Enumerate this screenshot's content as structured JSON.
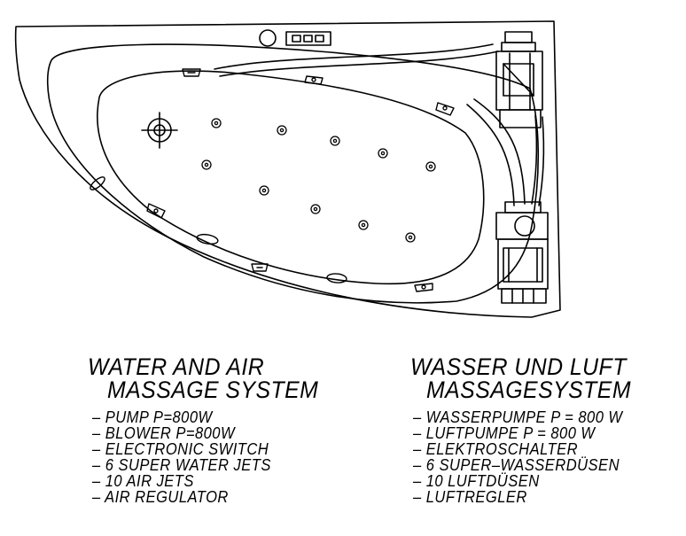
{
  "english": {
    "title_line1": "WATER AND AIR",
    "title_line2": "MASSAGE SYSTEM",
    "items": [
      "– PUMP P=800W",
      "– BLOWER P=800W",
      "– ELECTRONIC SWITCH",
      "– 6 SUPER WATER JETS",
      "– 10 AIR JETS",
      "– AIR REGULATOR"
    ]
  },
  "german": {
    "title_line1": "WASSER UND LUFT",
    "title_line2": "MASSAGESYSTEM",
    "items": [
      "– WASSERPUMPE P = 800 W",
      "– LUFTPUMPE P = 800 W",
      "– ELEKTROSCHALTER",
      "– 6 SUPER–WASSERDÜSEN",
      "– 10 LUFTDÜSEN",
      "– LUFTREGLER"
    ]
  },
  "colors": {
    "line": "#000000",
    "background": "#ffffff"
  },
  "icons": [
    "drain-icon",
    "air-jet-icon",
    "water-jet-icon",
    "pump-icon",
    "blower-icon",
    "control-panel-icon"
  ]
}
